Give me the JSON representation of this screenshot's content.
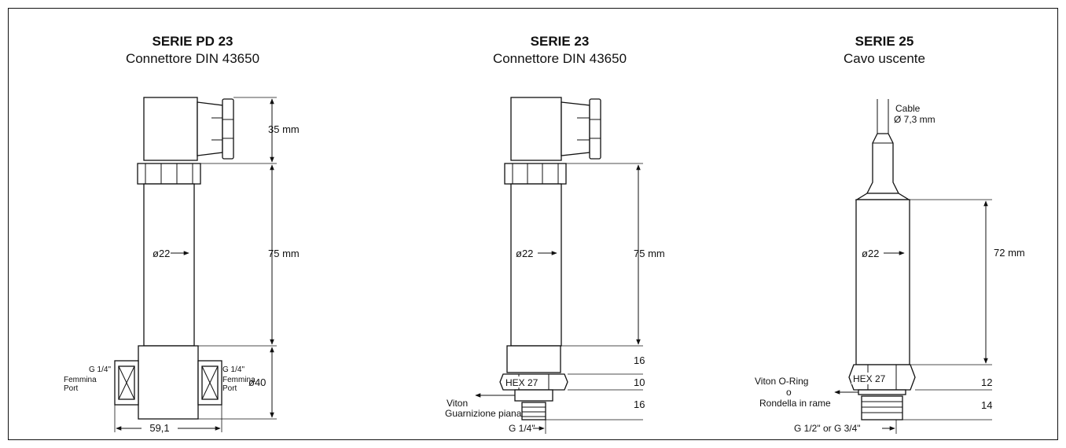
{
  "sections": [
    {
      "title": "SERIE PD 23",
      "subtitle": "Connettore DIN 43650",
      "dims": {
        "top": "35 mm",
        "body": "75 mm",
        "dia_bottom": "ø40",
        "width": "59,1"
      },
      "diameter": "ø22",
      "port_left": [
        "G 1/4\"",
        "Femmina",
        "Port"
      ],
      "port_right": [
        "G 1/4\"",
        "Femmina",
        "Port"
      ]
    },
    {
      "title": "SERIE 23",
      "subtitle": "Connettore DIN 43650",
      "dims": {
        "body": "75 mm",
        "d1": "16",
        "d2": "10",
        "d3": "16"
      },
      "diameter": "ø22",
      "hex": "HEX 27",
      "seal": [
        "Viton",
        "Guarnizione piana"
      ],
      "thread": "G 1/4\""
    },
    {
      "title": "SERIE 25",
      "subtitle": "Cavo uscente",
      "cable": [
        "Cable",
        "Ø 7,3 mm"
      ],
      "dims": {
        "body": "72 mm",
        "d1": "12",
        "d2": "14"
      },
      "diameter": "ø22",
      "hex": "HEX 27",
      "seal": [
        "Viton O-Ring",
        "o",
        "Rondella in rame"
      ],
      "thread": "G 1/2\" or G 3/4\""
    }
  ]
}
